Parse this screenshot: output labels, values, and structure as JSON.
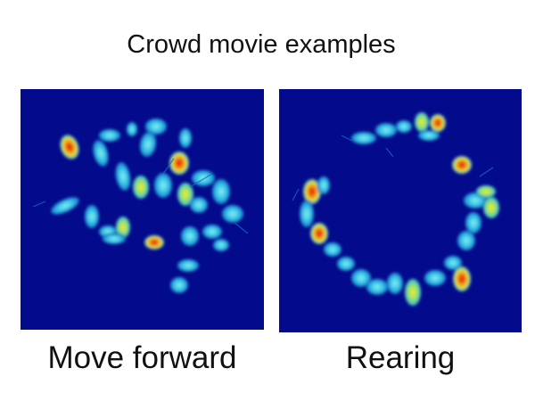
{
  "figure": {
    "title": "Crowd movie examples",
    "panels": [
      {
        "caption": "Move forward"
      },
      {
        "caption": "Rearing"
      }
    ]
  },
  "colors": {
    "background": "#ffffff",
    "heatmap_base": "#040a8c",
    "heatmap_low": "#1e7be8",
    "heatmap_mid": "#3fd0e8",
    "heatmap_high": "#f0dc1e",
    "heatmap_peak": "#d81d10",
    "outline": "#0a2e8a"
  }
}
